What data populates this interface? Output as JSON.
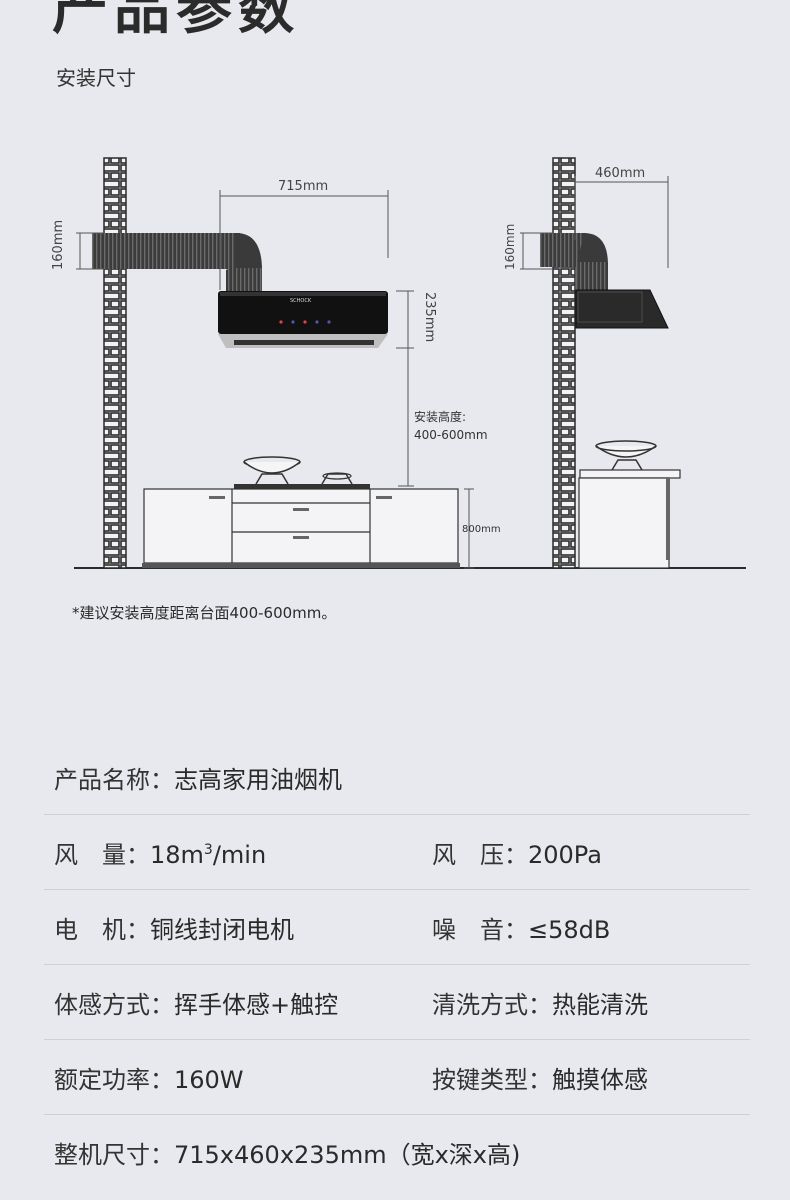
{
  "header": {
    "title": "产品参数",
    "subtitle": "安装尺寸"
  },
  "diagram": {
    "width_label": "715mm",
    "depth_label": "460mm",
    "duct_height_label": "160mm",
    "duct_height_label_side": "160mm",
    "hood_height_label": "235mm",
    "install_height_title": "安装高度:",
    "install_height_range": "400-600mm",
    "counter_height_label": "800mm",
    "brand_text": "SCHOCK"
  },
  "note": "*建议安装高度距离台面400-600mm。",
  "specs": {
    "name": {
      "key": "产品名称：",
      "value": "志高家用油烟机"
    },
    "airflow": {
      "key": "风　量：",
      "value": "18m",
      "sup": "3",
      "unit": "/min"
    },
    "pressure": {
      "key": "风　压：",
      "value": "200Pa"
    },
    "motor": {
      "key": "电　机：",
      "value": "铜线封闭电机"
    },
    "noise": {
      "key": "噪　音：",
      "value": "≤58dB"
    },
    "sensing": {
      "key": "体感方式：",
      "value": "挥手体感+触控"
    },
    "cleaning": {
      "key": "清洗方式：",
      "value": "热能清洗"
    },
    "power": {
      "key": "额定功率：",
      "value": "160W"
    },
    "button": {
      "key": "按键类型：",
      "value": "触摸体感"
    },
    "size": {
      "key": "整机尺寸：",
      "value": "715x460x235mm（宽x深x高)"
    }
  }
}
